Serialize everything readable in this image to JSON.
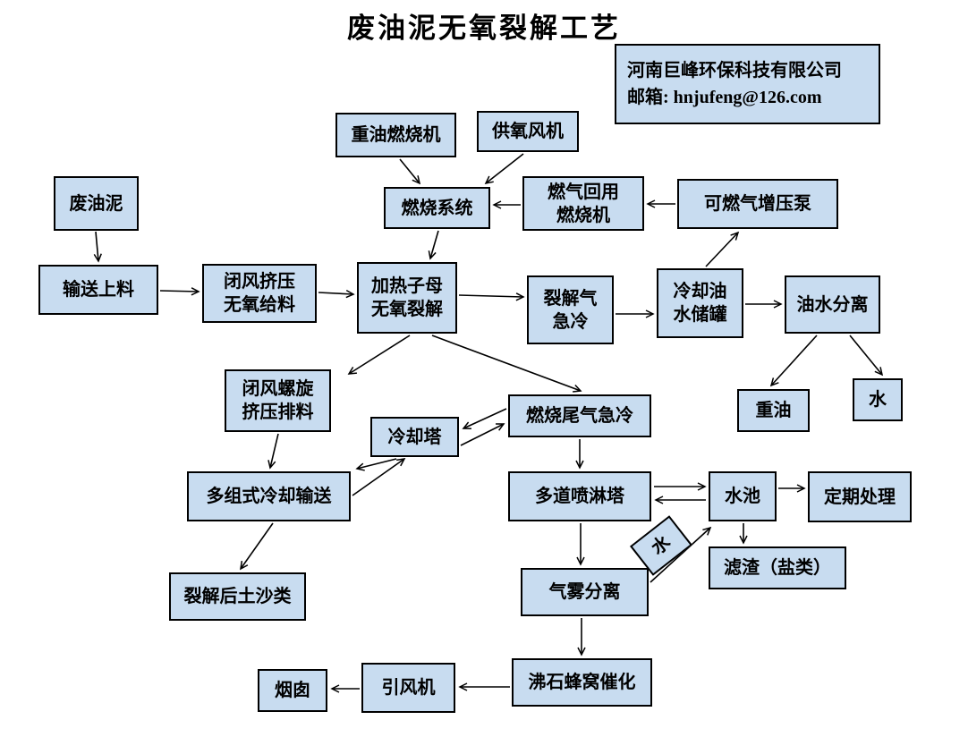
{
  "title": "废油泥无氧裂解工艺",
  "company": {
    "name": "河南巨峰环保科技有限公司",
    "email": "邮箱: hnjufeng@126.com"
  },
  "colors": {
    "box_fill": "#c8dcf0",
    "box_border": "#000000",
    "background": "#ffffff",
    "arrow": "#000000"
  },
  "nodes": {
    "waste_oil_sludge": "废油泥",
    "conveying_feed": "输送上料",
    "airlock_extrusion_feed": "闭风挤压\n无氧给料",
    "heating_pyrolysis": "加热子母\n无氧裂解",
    "heavy_oil_burner": "重油燃烧机",
    "oxygen_fan": "供氧风机",
    "combustion_system": "燃烧系统",
    "gas_reuse_burner": "燃气回用\n燃烧机",
    "gas_booster_pump": "可燃气增压泵",
    "pyrolysis_gas_quench": "裂解气\n急冷",
    "cooling_oil_water_tank": "冷却油\n水储罐",
    "oil_water_separation": "油水分离",
    "heavy_oil": "重油",
    "water": "水",
    "airlock_screw_discharge": "闭风螺旋\n挤压排料",
    "cooling_tower": "冷却塔",
    "tail_gas_quench": "燃烧尾气急冷",
    "multi_cooling_conveyor": "多组式冷却输送",
    "multi_spray_tower": "多道喷淋塔",
    "water_pool": "水池",
    "periodic_treatment": "定期处理",
    "filter_residue": "滤渣（盐类）",
    "water_label": "水",
    "pyrolyzed_soil": "裂解后土沙类",
    "gas_mist_separation": "气雾分离",
    "zeolite_catalysis": "沸石蜂窝催化",
    "induced_draft_fan": "引风机",
    "chimney": "烟囱"
  },
  "edges": [
    {
      "from": "waste_oil_sludge",
      "to": "conveying_feed"
    },
    {
      "from": "conveying_feed",
      "to": "airlock_extrusion_feed"
    },
    {
      "from": "airlock_extrusion_feed",
      "to": "heating_pyrolysis"
    },
    {
      "from": "heavy_oil_burner",
      "to": "combustion_system"
    },
    {
      "from": "oxygen_fan",
      "to": "combustion_system"
    },
    {
      "from": "gas_reuse_burner",
      "to": "combustion_system"
    },
    {
      "from": "gas_booster_pump",
      "to": "gas_reuse_burner"
    },
    {
      "from": "combustion_system",
      "to": "heating_pyrolysis"
    },
    {
      "from": "heating_pyrolysis",
      "to": "pyrolysis_gas_quench"
    },
    {
      "from": "pyrolysis_gas_quench",
      "to": "cooling_oil_water_tank"
    },
    {
      "from": "cooling_oil_water_tank",
      "to": "gas_booster_pump"
    },
    {
      "from": "cooling_oil_water_tank",
      "to": "oil_water_separation"
    },
    {
      "from": "oil_water_separation",
      "to": "heavy_oil"
    },
    {
      "from": "oil_water_separation",
      "to": "water"
    },
    {
      "from": "heating_pyrolysis",
      "to": "airlock_screw_discharge"
    },
    {
      "from": "heating_pyrolysis",
      "to": "tail_gas_quench"
    },
    {
      "from": "airlock_screw_discharge",
      "to": "multi_cooling_conveyor"
    },
    {
      "from": "cooling_tower",
      "to": "multi_cooling_conveyor"
    },
    {
      "from": "multi_cooling_conveyor",
      "to": "cooling_tower"
    },
    {
      "from": "tail_gas_quench",
      "to": "cooling_tower"
    },
    {
      "from": "cooling_tower",
      "to": "tail_gas_quench"
    },
    {
      "from": "tail_gas_quench",
      "to": "multi_spray_tower"
    },
    {
      "from": "multi_cooling_conveyor",
      "to": "pyrolyzed_soil"
    },
    {
      "from": "multi_spray_tower",
      "to": "water_pool"
    },
    {
      "from": "water_pool",
      "to": "multi_spray_tower"
    },
    {
      "from": "water_pool",
      "to": "periodic_treatment"
    },
    {
      "from": "water_pool",
      "to": "filter_residue"
    },
    {
      "from": "multi_spray_tower",
      "to": "gas_mist_separation"
    },
    {
      "from": "gas_mist_separation",
      "to": "water_pool",
      "label": "水"
    },
    {
      "from": "gas_mist_separation",
      "to": "zeolite_catalysis"
    },
    {
      "from": "zeolite_catalysis",
      "to": "induced_draft_fan"
    },
    {
      "from": "induced_draft_fan",
      "to": "chimney"
    }
  ]
}
